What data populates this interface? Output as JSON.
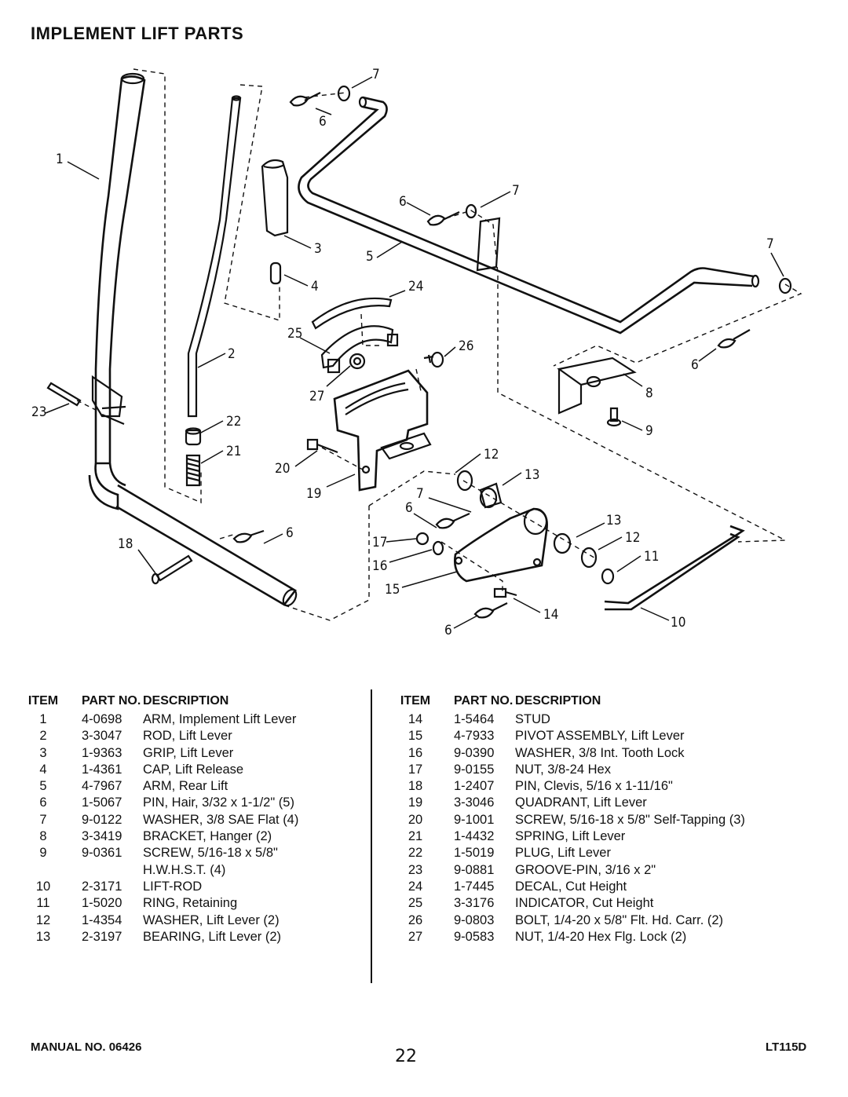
{
  "page_title": "IMPLEMENT LIFT PARTS",
  "callouts": [
    "1",
    "2",
    "3",
    "4",
    "5",
    "6",
    "6",
    "6",
    "6",
    "6",
    "7",
    "7",
    "7",
    "8",
    "9",
    "10",
    "11",
    "12",
    "12",
    "13",
    "13",
    "14",
    "15",
    "16",
    "17",
    "18",
    "19",
    "20",
    "21",
    "22",
    "23",
    "24",
    "25",
    "26",
    "27",
    "7",
    "6"
  ],
  "table_headers": {
    "item": "ITEM",
    "part": "PART NO.",
    "desc": "DESCRIPTION"
  },
  "parts_left": [
    {
      "item": "1",
      "part": "4-0698",
      "desc": "ARM, Implement Lift Lever"
    },
    {
      "item": "2",
      "part": "3-3047",
      "desc": "ROD, Lift Lever"
    },
    {
      "item": "3",
      "part": "1-9363",
      "desc": "GRIP, Lift Lever"
    },
    {
      "item": "4",
      "part": "1-4361",
      "desc": "CAP, Lift Release"
    },
    {
      "item": "5",
      "part": "4-7967",
      "desc": "ARM, Rear Lift"
    },
    {
      "item": "6",
      "part": "1-5067",
      "desc": "PIN, Hair, 3/32 x 1-1/2\" (5)"
    },
    {
      "item": "7",
      "part": "9-0122",
      "desc": "WASHER, 3/8 SAE Flat (4)"
    },
    {
      "item": "8",
      "part": "3-3419",
      "desc": "BRACKET, Hanger (2)"
    },
    {
      "item": "9",
      "part": "9-0361",
      "desc": "SCREW, 5/16-18 x 5/8\""
    },
    {
      "item": "",
      "part": "",
      "desc": "H.W.H.S.T. (4)"
    },
    {
      "item": "10",
      "part": "2-3171",
      "desc": "LIFT-ROD"
    },
    {
      "item": "11",
      "part": "1-5020",
      "desc": "RING, Retaining"
    },
    {
      "item": "12",
      "part": "1-4354",
      "desc": "WASHER, Lift Lever (2)"
    },
    {
      "item": "13",
      "part": "2-3197",
      "desc": "BEARING, Lift Lever (2)"
    }
  ],
  "parts_right": [
    {
      "item": "14",
      "part": "1-5464",
      "desc": "STUD"
    },
    {
      "item": "15",
      "part": "4-7933",
      "desc": "PIVOT ASSEMBLY, Lift Lever"
    },
    {
      "item": "16",
      "part": "9-0390",
      "desc": "WASHER, 3/8 Int. Tooth Lock"
    },
    {
      "item": "17",
      "part": "9-0155",
      "desc": "NUT, 3/8-24 Hex"
    },
    {
      "item": "18",
      "part": "1-2407",
      "desc": "PIN, Clevis, 5/16 x 1-11/16\""
    },
    {
      "item": "19",
      "part": "3-3046",
      "desc": "QUADRANT, Lift Lever"
    },
    {
      "item": "20",
      "part": "9-1001",
      "desc": "SCREW, 5/16-18 x 5/8\" Self-Tapping (3)"
    },
    {
      "item": "21",
      "part": "1-4432",
      "desc": "SPRING, Lift Lever"
    },
    {
      "item": "22",
      "part": "1-5019",
      "desc": "PLUG, Lift Lever"
    },
    {
      "item": "23",
      "part": "9-0881",
      "desc": "GROOVE-PIN, 3/16 x 2\""
    },
    {
      "item": "24",
      "part": "1-7445",
      "desc": "DECAL, Cut Height"
    },
    {
      "item": "25",
      "part": "3-3176",
      "desc": "INDICATOR, Cut Height"
    },
    {
      "item": "26",
      "part": "9-0803",
      "desc": "BOLT, 1/4-20 x 5/8\" Flt. Hd. Carr. (2)"
    },
    {
      "item": "27",
      "part": "9-0583",
      "desc": "NUT, 1/4-20 Hex Flg. Lock (2)"
    }
  ],
  "footer": {
    "manual": "MANUAL NO. 06426",
    "page": "22",
    "model": "LT115D"
  }
}
